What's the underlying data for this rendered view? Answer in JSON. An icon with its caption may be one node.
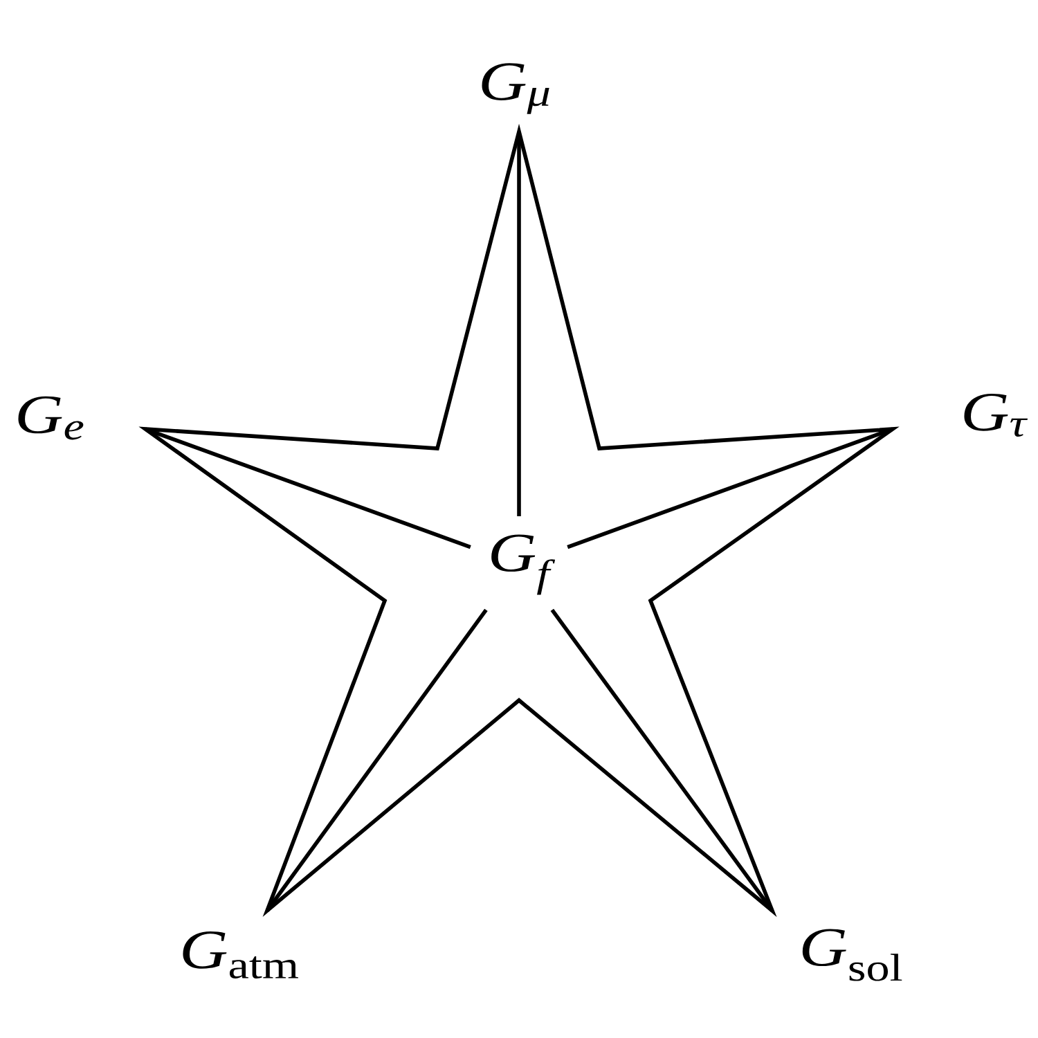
{
  "diagram": {
    "nodes": [
      {
        "text": [
          "G$_{μ}$"
        ]
      },
      {
        "text": [
          "G$_{e}$"
        ]
      },
      {
        "text": [
          "G$_{τ}$"
        ]
      },
      {
        "text": [
          "G$_{f}$"
        ]
      },
      {
        "text": [
          "*G*$_{atm}$"
        ]
      },
      {
        "text": [
          "*G*$_{sol}$"
        ]
      }
    ],
    "edges": [
      {
        "from": 3,
        "to": 0,
        "arrow": "none"
      },
      {
        "from": 3,
        "to": 1,
        "arrow": "none"
      },
      {
        "from": 3,
        "to": 2,
        "arrow": "none"
      },
      {
        "from": 3,
        "to": 4,
        "arrow": "none"
      },
      {
        "from": 3,
        "to": 5,
        "arrow": "none"
      }
    ]
  }
}
